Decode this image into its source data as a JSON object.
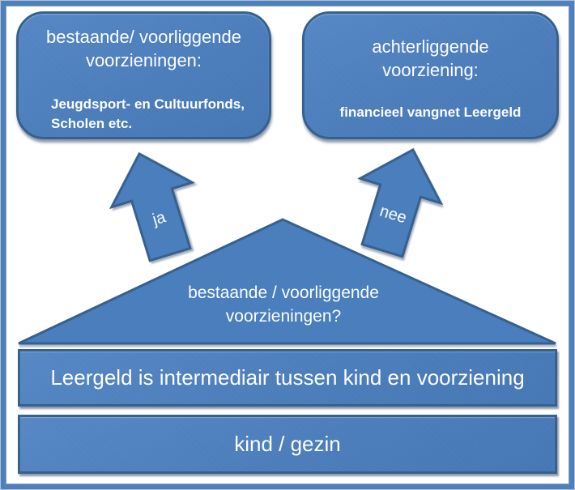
{
  "colors": {
    "shape_fill": "#4b7ebc",
    "shape_border": "#36618e",
    "frame_border": "#4d80be",
    "text": "#fcfdff",
    "background": "#ffffff"
  },
  "boxes": {
    "top_left": {
      "title_line1": "bestaande/ voorliggende",
      "title_line2": "voorzieningen:",
      "detail_line1": "Jeugdsport- en Cultuurfonds,",
      "detail_line2": "Scholen etc."
    },
    "top_right": {
      "title_line1": "achterliggende",
      "title_line2": "voorziening:",
      "detail": "financieel vangnet Leergeld"
    }
  },
  "arrows": {
    "left_label": "ja",
    "right_label": "nee"
  },
  "triangle": {
    "line1": "bestaande / voorliggende",
    "line2": "voorzieningen?"
  },
  "bars": {
    "intermediair": "Leergeld is intermediair tussen kind en voorziening",
    "kind_gezin": "kind / gezin"
  }
}
